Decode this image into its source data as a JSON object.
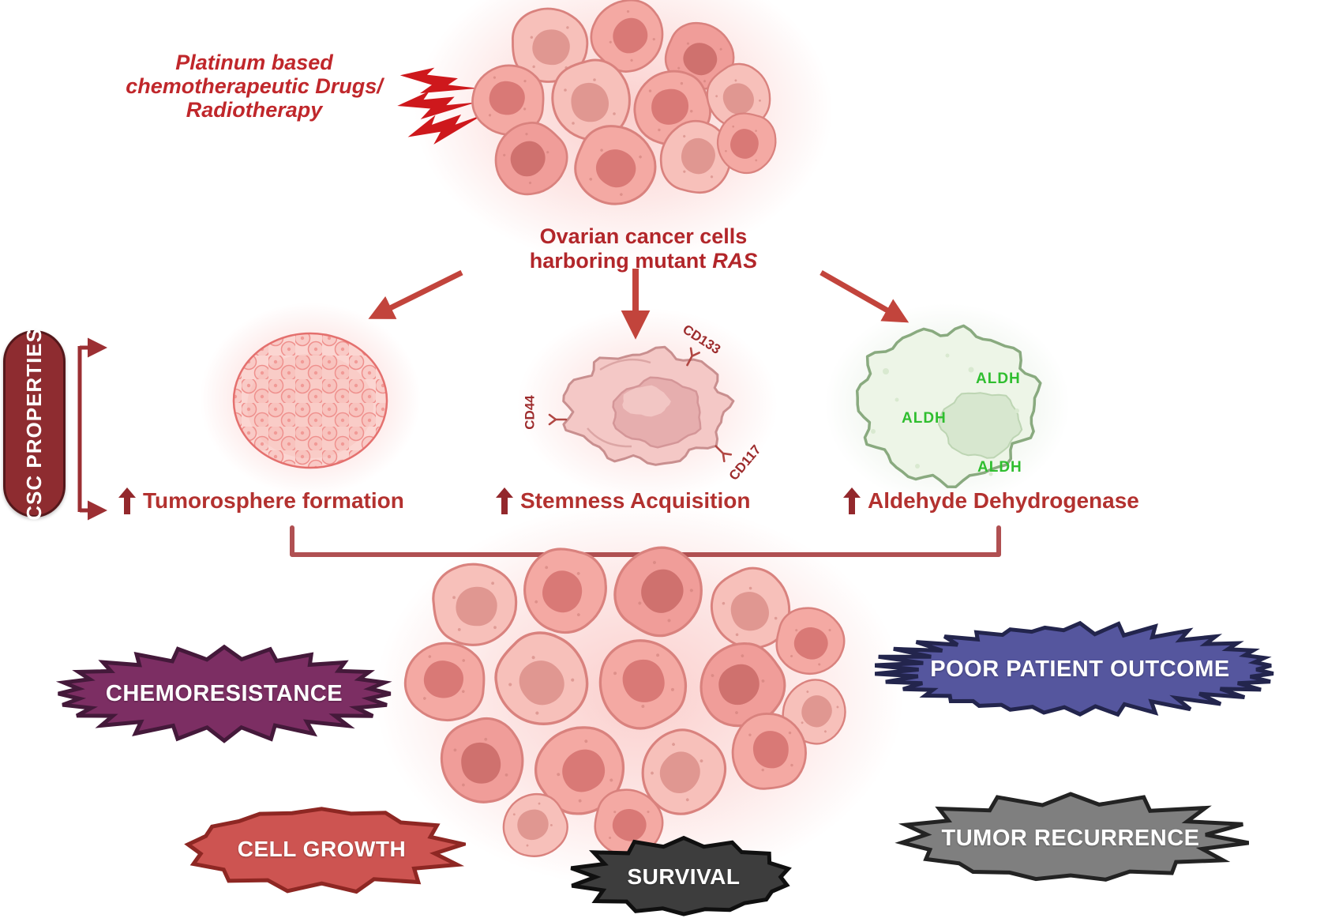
{
  "annotations": {
    "platinum_lines": [
      "Platinum based",
      "chemotherapeutic Drugs/",
      "Radiotherapy"
    ],
    "ovarian_line1": "Ovarian cancer cells",
    "ovarian_line2_prefix": "harboring  mutant",
    "ovarian_gene": "RAS"
  },
  "sidebar": {
    "label": "CSC PROPERTIES"
  },
  "csc_properties": [
    {
      "label": "Tumorosphere formation"
    },
    {
      "label": "Stemness Acquisition"
    },
    {
      "label": "Aldehyde Dehydrogenase"
    }
  ],
  "cell_markers": {
    "cd133": "CD133",
    "cd44": "CD44",
    "cd117": "CD117",
    "aldh": [
      "ALDH",
      "ALDH",
      "ALDH"
    ]
  },
  "outcomes": [
    {
      "label": "CHEMORESISTANCE",
      "fill": "#7c2e63",
      "border": "#44193a"
    },
    {
      "label": "CELL GROWTH",
      "fill": "#cd5451",
      "border": "#8e2723"
    },
    {
      "label": "SURVIVAL",
      "fill": "#3d3d3d",
      "border": "#101010"
    },
    {
      "label": "POOR PATIENT OUTCOME",
      "fill": "#55569e",
      "border": "#23254d"
    },
    {
      "label": "TUMOR RECURRENCE",
      "fill": "#7f7f7f",
      "border": "#232323"
    }
  ],
  "colors": {
    "accent_red": "#c0272b",
    "arrow_red": "#c2443c",
    "dark_red": "#93282c",
    "aldh_green": "#2fbe2f"
  }
}
